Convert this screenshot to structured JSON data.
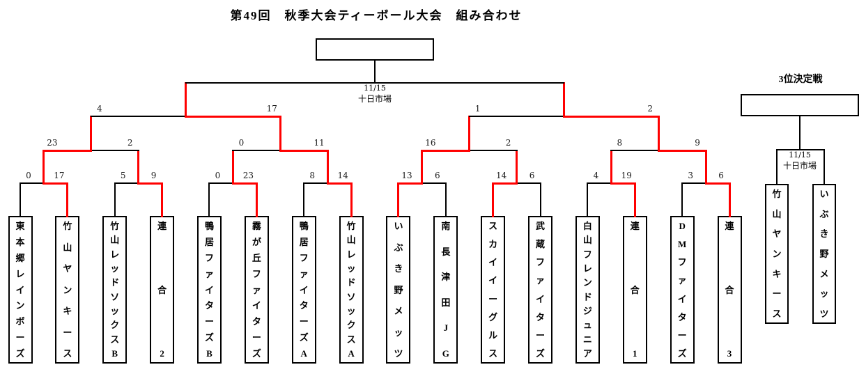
{
  "title": "第49回　秋季大会ティーボール大会　組み合わせ",
  "colors": {
    "line": "#000000",
    "winner_path": "#ff0000"
  },
  "champion_box": {
    "value": ""
  },
  "final": {
    "date": "11/15",
    "venue": "十日市場"
  },
  "teams": [
    {
      "name": "東本郷レインボーズ",
      "round1_score": "0",
      "round1_winner": false
    },
    {
      "name": "竹山ヤンキース",
      "round1_score": "17",
      "round1_winner": true
    },
    {
      "name": "竹山レッドソックスB",
      "round1_score": "5",
      "round1_winner": false
    },
    {
      "name": "連合2",
      "round1_score": "9",
      "round1_winner": true
    },
    {
      "name": "鴨居ファイターズB",
      "round1_score": "0",
      "round1_winner": false
    },
    {
      "name": "霧が丘ファイターズ",
      "round1_score": "23",
      "round1_winner": true
    },
    {
      "name": "鴨居ファイターズA",
      "round1_score": "8",
      "round1_winner": false
    },
    {
      "name": "竹山レッドソックスA",
      "round1_score": "14",
      "round1_winner": true
    },
    {
      "name": "いぶき野メッツ",
      "round1_score": "13",
      "round1_winner": true
    },
    {
      "name": "南長津田JG",
      "round1_score": "6",
      "round1_winner": false
    },
    {
      "name": "スカイイーグルス",
      "round1_score": "14",
      "round1_winner": true
    },
    {
      "name": "武蔵ファイターズ",
      "round1_score": "6",
      "round1_winner": false
    },
    {
      "name": "白山フレンドジュニア",
      "round1_score": "4",
      "round1_winner": false
    },
    {
      "name": "連合1",
      "round1_score": "19",
      "round1_winner": true
    },
    {
      "name": "DMファイターズ",
      "round1_score": "3",
      "round1_winner": false
    },
    {
      "name": "連合3",
      "round1_score": "6",
      "round1_winner": true
    }
  ],
  "quarterfinals": [
    {
      "left_score": "23",
      "right_score": "2",
      "winner": "left"
    },
    {
      "left_score": "0",
      "right_score": "11",
      "winner": "right"
    },
    {
      "left_score": "16",
      "right_score": "2",
      "winner": "left"
    },
    {
      "left_score": "8",
      "right_score": "9",
      "winner": "right"
    }
  ],
  "semifinals": [
    {
      "left_score": "4",
      "right_score": "17",
      "winner": "right"
    },
    {
      "left_score": "1",
      "right_score": "2",
      "winner": "right"
    }
  ],
  "third_place": {
    "title": "3位決定戦",
    "date": "11/15",
    "venue": "十日市場",
    "winner_box_value": "",
    "teams": [
      "竹山ヤンキース",
      "いぶき野メッツ"
    ]
  }
}
